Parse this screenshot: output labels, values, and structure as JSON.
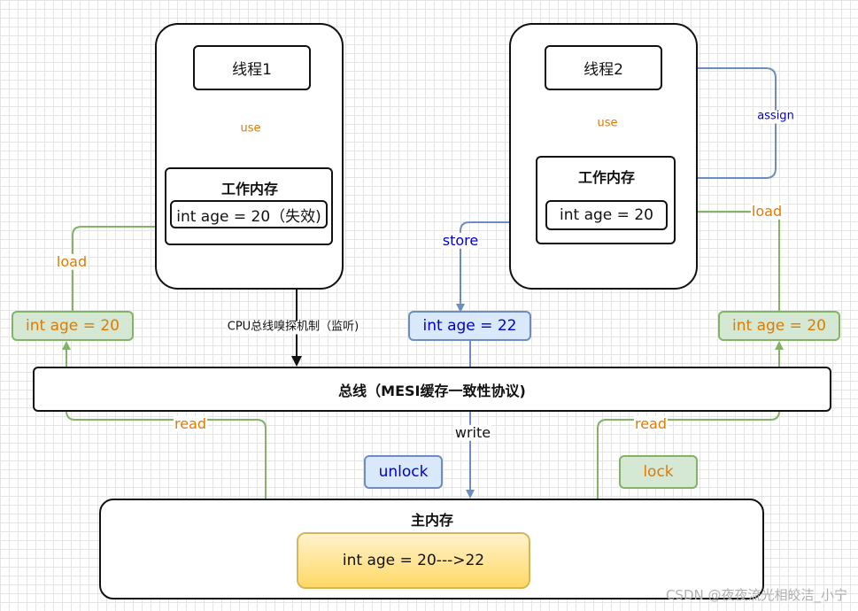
{
  "thread1": {
    "name": "线程1",
    "work_memory_title": "工作内存",
    "value": "int age = 20（失效)"
  },
  "thread2": {
    "name": "线程2",
    "work_memory_title": "工作内存",
    "value": "int age = 20"
  },
  "bus": {
    "label": "总线（MESI缓存一致性协议)"
  },
  "main_memory": {
    "title": "主内存",
    "value": "int age = 20--->22"
  },
  "boxes": {
    "left_copy": "int age = 20",
    "store_copy": "int age = 22",
    "right_copy": "int age = 20",
    "unlock": "unlock",
    "lock": "lock"
  },
  "labels": {
    "use_left": "use",
    "use_right": "use",
    "assign": "assign",
    "load_left": "load",
    "load_right": "load",
    "store": "store",
    "snoop": "CPU总线嗅探机制（监听)",
    "read_left": "read",
    "read_right": "read",
    "write": "write"
  },
  "colors": {
    "green_line": "#82b366",
    "blue_line": "#6c8ebf",
    "black_line": "#111111",
    "orange_text": "#e07a00",
    "blue_text": "#0000cc"
  },
  "watermark": "CSDN @夜夜流光相皎洁_小宁"
}
